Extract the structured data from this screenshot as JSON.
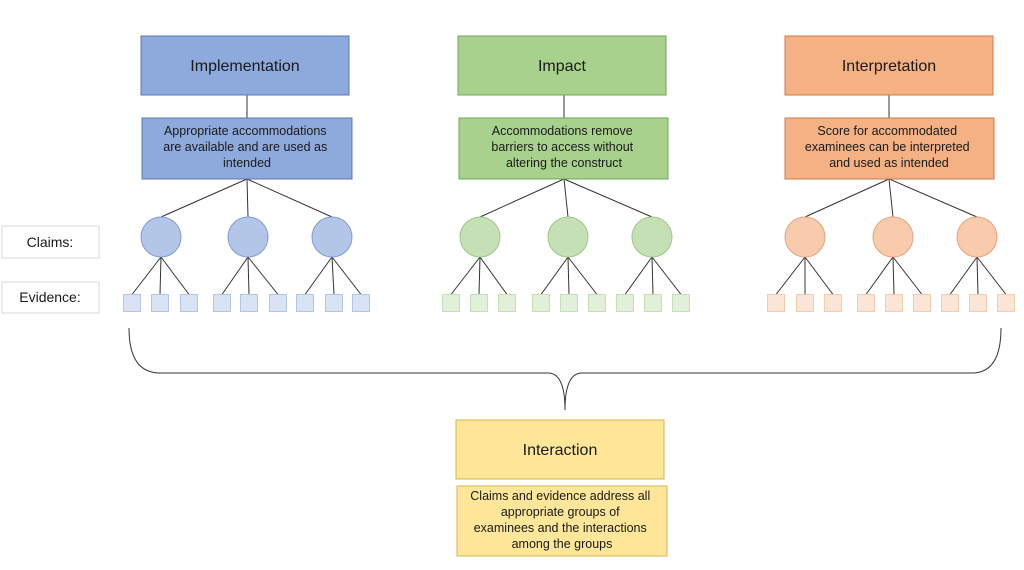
{
  "side_labels": {
    "claims": "Claims:",
    "evidence": "Evidence:"
  },
  "columns": [
    {
      "title": "Implementation",
      "description": [
        "Appropriate accommodations",
        "are available and are used as",
        "intended"
      ],
      "colors": {
        "header": "#8EA9DB",
        "header_border": "#5B78B5",
        "desc": "#8EA9DB",
        "claim": "#B4C6E7",
        "claim_border": "#7F9CD4",
        "evidence": "#DAE3F3",
        "evidence_border": "#B4C6E7"
      }
    },
    {
      "title": "Impact",
      "description": [
        "Accommodations remove",
        "barriers to access without",
        "altering the construct"
      ],
      "colors": {
        "header": "#A9D18E",
        "header_border": "#6FA55A",
        "desc": "#A9D18E",
        "claim": "#C5E0B4",
        "claim_border": "#9CC98A",
        "evidence": "#E2F0D9",
        "evidence_border": "#C5E0B4"
      }
    },
    {
      "title": "Interpretation",
      "description": [
        "Score for accommodated",
        "examinees can be interpreted",
        "and used as intended"
      ],
      "colors": {
        "header": "#F4B183",
        "header_border": "#D17A47",
        "desc": "#F4B183",
        "claim": "#F8CBAD",
        "claim_border": "#E9A27A",
        "evidence": "#FBE5D6",
        "evidence_border": "#F8CBAD"
      }
    }
  ],
  "interaction": {
    "title": "Interaction",
    "description": [
      "Claims and evidence address all",
      "appropriate groups of",
      "examinees and the interactions",
      "among the groups"
    ],
    "colors": {
      "header": "#FFE699",
      "header_border": "#D4B54A",
      "desc": "#FFE699"
    }
  },
  "line_color": "#333333"
}
